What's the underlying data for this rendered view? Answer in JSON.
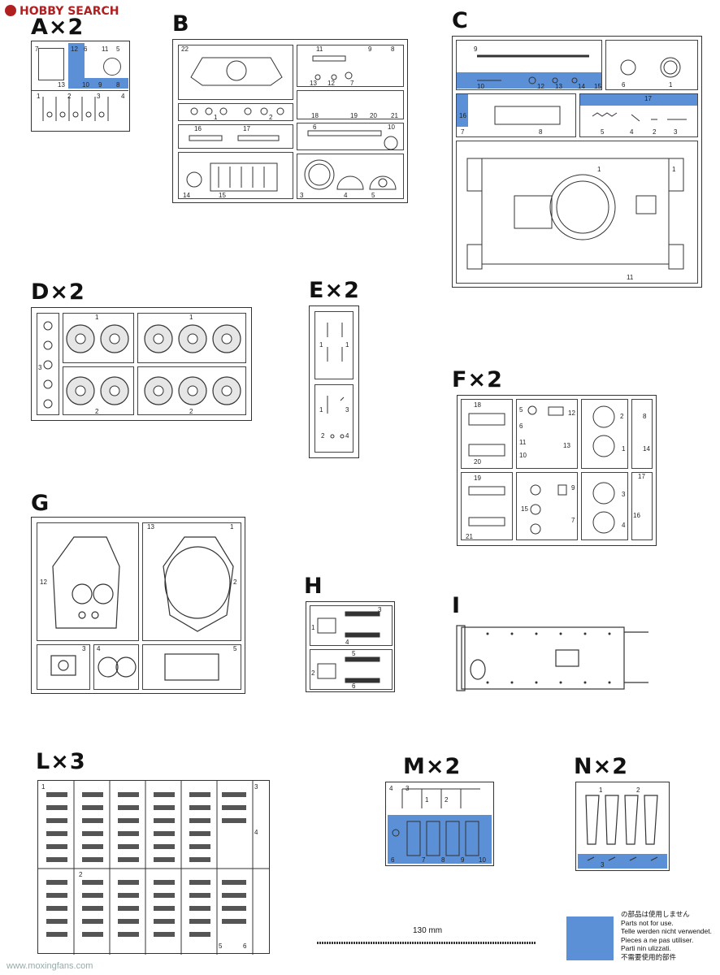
{
  "brand": {
    "text": "HOBBY SEARCH"
  },
  "sprues": {
    "A": {
      "title": "A×2",
      "nums": [
        "7",
        "12",
        "6",
        "11",
        "5",
        "13",
        "10",
        "9",
        "8",
        "1",
        "2",
        "3",
        "4"
      ]
    },
    "B": {
      "title": "B",
      "nums": [
        "22",
        "11",
        "9",
        "8",
        "13",
        "12",
        "7",
        "1",
        "2",
        "18",
        "19",
        "20",
        "21",
        "16",
        "17",
        "6",
        "10",
        "14",
        "15",
        "3",
        "4",
        "5"
      ]
    },
    "C": {
      "title": "C",
      "nums": [
        "9",
        "10",
        "12",
        "13",
        "14",
        "15",
        "6",
        "1",
        "16",
        "7",
        "8",
        "17",
        "5",
        "4",
        "2",
        "3",
        "11",
        "1",
        "1"
      ]
    },
    "D": {
      "title": "D×2",
      "nums": [
        "1",
        "1",
        "3",
        "2",
        "2"
      ]
    },
    "E": {
      "title": "E×2",
      "nums": [
        "1",
        "1",
        "1",
        "3",
        "2",
        "4"
      ]
    },
    "F": {
      "title": "F×2",
      "nums": [
        "18",
        "5",
        "12",
        "2",
        "8",
        "6",
        "20",
        "11",
        "13",
        "10",
        "1",
        "14",
        "19",
        "9",
        "17",
        "15",
        "3",
        "21",
        "7",
        "4",
        "16"
      ]
    },
    "G": {
      "title": "G",
      "nums": [
        "12",
        "13",
        "1",
        "2",
        "3",
        "4",
        "5"
      ]
    },
    "H": {
      "title": "H",
      "nums": [
        "3",
        "1",
        "4",
        "5",
        "2",
        "6"
      ]
    },
    "I": {
      "title": "I"
    },
    "L": {
      "title": "L×3",
      "nums": [
        "1",
        "3",
        "2",
        "4",
        "5",
        "6"
      ]
    },
    "M": {
      "title": "M×2",
      "nums": [
        "4",
        "3",
        "1",
        "2",
        "6",
        "7",
        "8",
        "9",
        "10"
      ]
    },
    "N": {
      "title": "N×2",
      "nums": [
        "1",
        "2",
        "3"
      ]
    }
  },
  "scale": {
    "label": "130 mm"
  },
  "legend": {
    "color": "#5b8fd6",
    "lines": [
      "の部品は使用しません",
      "Parts not for use.",
      "Telle werden nicht verwendet.",
      "Pieces a ne pas utiliser.",
      "Parti nin ulizzati.",
      "不需要使用的部件"
    ]
  },
  "watermark": {
    "text": "www.moxingfans.com"
  }
}
